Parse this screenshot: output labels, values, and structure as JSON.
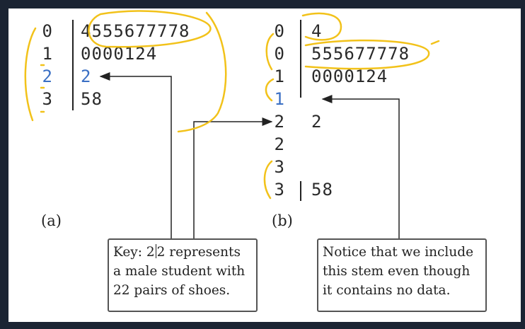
{
  "plot_a": {
    "caption": "(a)",
    "rows": [
      {
        "stem": "0",
        "leaves": "4555677778"
      },
      {
        "stem": "1",
        "leaves": "0000124"
      },
      {
        "stem": "2",
        "leaves": "2"
      },
      {
        "stem": "3",
        "leaves": "58"
      }
    ]
  },
  "plot_b": {
    "caption": "(b)",
    "rows": [
      {
        "stem": "0",
        "leaves": "4"
      },
      {
        "stem": "0",
        "leaves": "555677778"
      },
      {
        "stem": "1",
        "leaves": "0000124"
      },
      {
        "stem": "1",
        "leaves": ""
      },
      {
        "stem": "2",
        "leaves": "2"
      },
      {
        "stem": "2",
        "leaves": ""
      },
      {
        "stem": "3",
        "leaves": ""
      },
      {
        "stem": "3",
        "leaves": "58"
      }
    ]
  },
  "key_box": {
    "line1_prefix": "Key: 2",
    "line1_suffix": "2 represents",
    "line2": "a male student with",
    "line3": "22 pairs of shoes."
  },
  "notice_box": {
    "line1": "Notice that we include",
    "line2": "this stem even though",
    "line3": "it contains no data."
  },
  "colors": {
    "highlight_stem": "#3a6fc4",
    "annotation": "#f2c21a",
    "frame": "#1b2433"
  }
}
